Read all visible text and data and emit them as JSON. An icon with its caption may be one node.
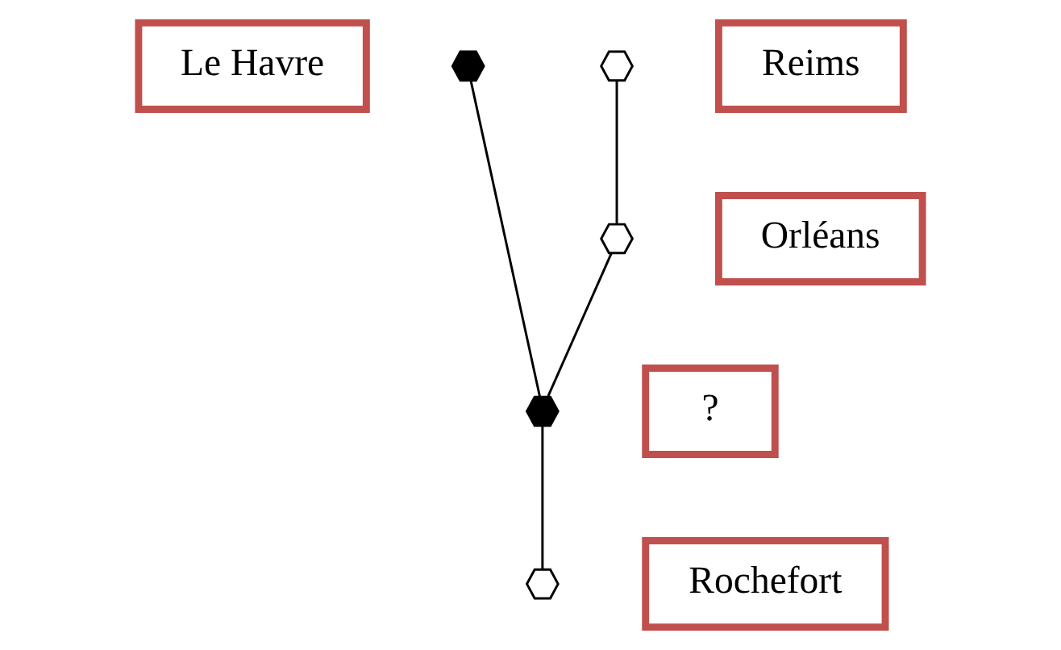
{
  "diagram": {
    "nodes": [
      {
        "text": [
          "Le Havre"
        ]
      },
      {
        "text": [],
        "shape": "hexagon"
      },
      {
        "text": [],
        "shape": "hexagon"
      },
      {
        "text": [
          "Reims"
        ]
      },
      {
        "text": [],
        "shape": "hexagon"
      },
      {
        "text": [
          "Orléans"
        ]
      },
      {
        "text": [],
        "shape": "hexagon"
      },
      {
        "text": [
          "?"
        ]
      },
      {
        "text": [],
        "shape": "hexagon"
      },
      {
        "text": [
          "Rochefort"
        ]
      }
    ],
    "edges": [
      {
        "from": 1,
        "to": 6,
        "arrow": "none"
      },
      {
        "from": 2,
        "to": 4,
        "arrow": "none"
      },
      {
        "from": 4,
        "to": 6,
        "arrow": "none"
      },
      {
        "from": 6,
        "to": 8,
        "arrow": "none"
      }
    ]
  }
}
